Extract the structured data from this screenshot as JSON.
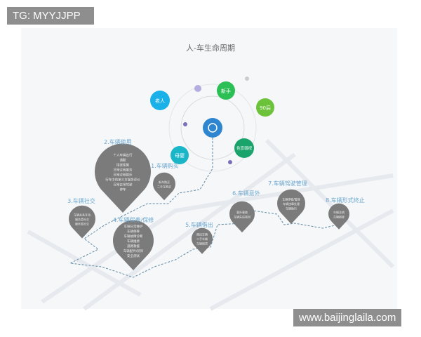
{
  "title": "人-车生命周期",
  "center_icon": "driver-face-icon",
  "people": [
    {
      "label": "老人",
      "color": "#1ab0e8"
    },
    {
      "label": "新手",
      "color": "#2bbf56"
    },
    {
      "label": "90后",
      "color": "#6cc33a"
    },
    {
      "label": "色盲弱视",
      "color": "#1aa36b"
    },
    {
      "label": "母婴",
      "color": "#1bb5c8"
    }
  ],
  "stages": [
    {
      "label": "1.车辆购买",
      "lines": [
        "新车购买",
        "二手车购买"
      ]
    },
    {
      "label": "2.车辆使用",
      "lines": [
        "个人车辆出行",
        "通勤",
        "接送家属",
        "日常过程服务",
        "日常过程娱乐",
        "行车中的第三方服务评价",
        "日常正常驾驶",
        "停车"
      ]
    },
    {
      "label": "3.车辆社交",
      "lines": [
        "车辆关系互动",
        "服务类社交",
        "服务类社交"
      ]
    },
    {
      "label": "4.车辆保养/保修",
      "lines": [
        "车辆日常维护",
        "车辆保养",
        "车辆故障诊断",
        "车辆维修",
        "道路救援",
        "车辆配件/装饰",
        "安全测试"
      ]
    },
    {
      "label": "5.车辆借出",
      "lines": [
        "借出车辆",
        "二手车辆",
        "车辆租赁"
      ]
    },
    {
      "label": "6.车辆意外",
      "lines": [
        "意外事故",
        "车辆失窃找回"
      ]
    },
    {
      "label": "7.车辆驾驶管理",
      "lines": [
        "车辆停驶/管理",
        "车辆违章处理",
        "车辆助行"
      ]
    },
    {
      "label": "8.车辆形式终止",
      "lines": [
        "车辆注销",
        "车辆报废"
      ]
    }
  ],
  "colors": {
    "center": "#2f86d0",
    "pin": "#7b7b7b",
    "stage_label": "#6aa7cf",
    "path": "#5f8aa6"
  },
  "watermarks": {
    "top": "TG: MYYJJPP",
    "bottom": "www.baijinglaila.com"
  }
}
